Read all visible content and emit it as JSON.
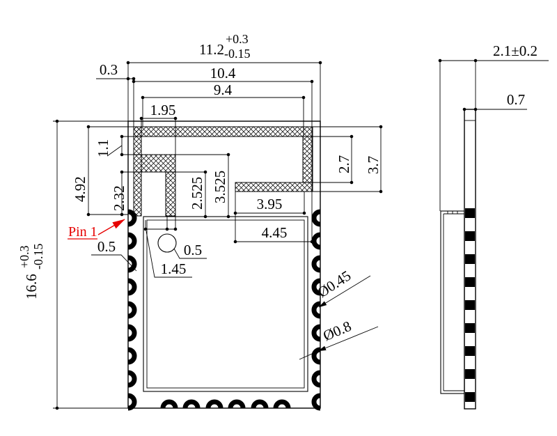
{
  "drawing_type": "module-package-dimensions",
  "colors": {
    "line": "#000000",
    "accent_red": "#e60000",
    "background": "#ffffff"
  },
  "front": {
    "width": {
      "value": "11.2",
      "tol_plus": "+0.3",
      "tol_minus": "-0.15"
    },
    "height": {
      "value": "16.6",
      "tol_plus": "+0.3",
      "tol_minus": "-0.15"
    },
    "edge_offset": "0.3",
    "antenna_width": "10.4",
    "inner_width": "9.4",
    "stub_width": "1.95",
    "antenna_height": "4.92",
    "gap_height": "1.1",
    "stub_height": "2.32",
    "clear_a": "2.525",
    "clear_b": "3.525",
    "notch_a": "3.95",
    "notch_b": "4.45",
    "pad_width": "0.5",
    "fiducial_dia": "0.5",
    "fiducial_off": "1.45",
    "band_a": "2.7",
    "band_b": "3.7",
    "pad_small": "Ø0.45",
    "pad_large": "Ø0.8",
    "pin1": "Pin 1"
  },
  "side": {
    "thickness": "2.1±0.2",
    "pcb": "0.7"
  }
}
